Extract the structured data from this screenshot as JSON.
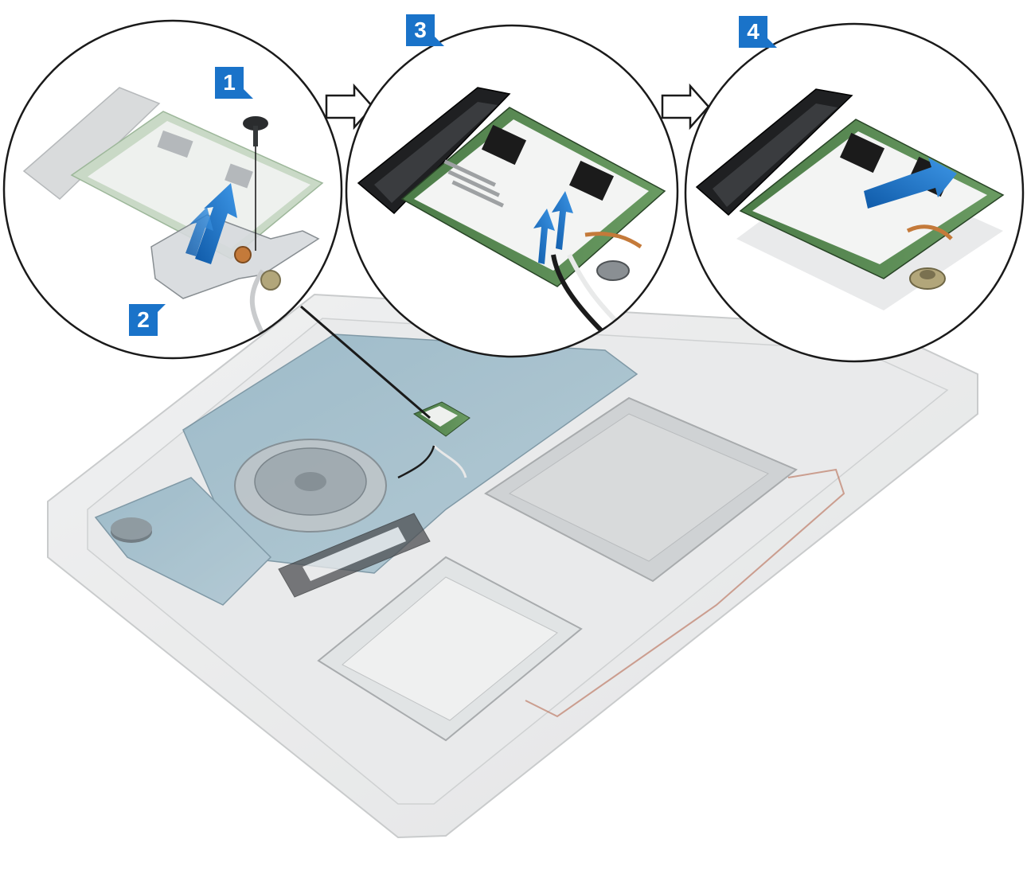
{
  "steps": {
    "step1": "1",
    "step2": "2",
    "step3": "3",
    "step4": "4"
  },
  "colors": {
    "accent": "#1a73c9",
    "board": "#5f8fa6",
    "card": "#5a8a55",
    "chassis": "#c9cbcc"
  }
}
